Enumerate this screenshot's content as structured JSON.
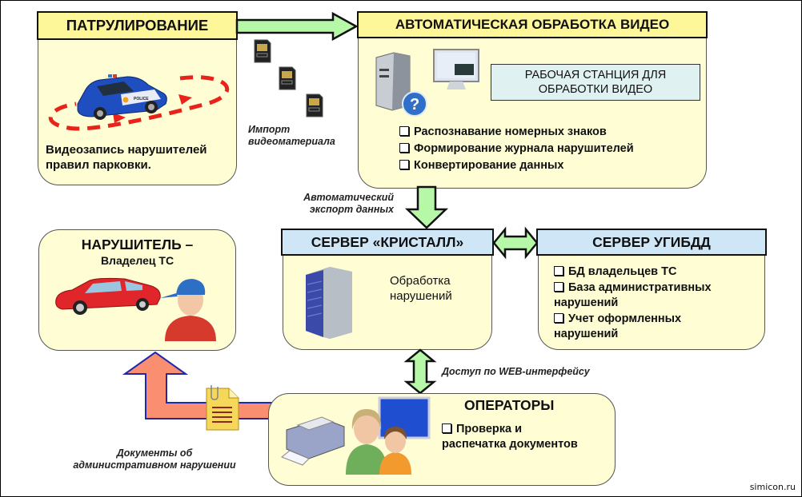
{
  "patrol": {
    "title": "ПАТРУЛИРОВАНИЕ",
    "desc_line1": "Видеозапись нарушителей",
    "desc_line2": "правил парковки.",
    "car_label": "POLICE"
  },
  "video_processing": {
    "title": "АВТОМАТИЧЕСКАЯ ОБРАБОТКА ВИДЕО",
    "workstation_line1": "РАБОЧАЯ СТАНЦИЯ ДЛЯ",
    "workstation_line2": "ОБРАБОТКИ ВИДЕО",
    "items": [
      "Распознавание номерных знаков",
      "Формирование журнала нарушителей",
      "Конвертирование данных"
    ]
  },
  "labels": {
    "import_line1": "Импорт",
    "import_line2": "видеоматериала",
    "export_line1": "Автоматический",
    "export_line2": "экспорт данных",
    "web_access": "Доступ по WEB-интерфейсу",
    "docs_line1": "Документы об",
    "docs_line2": "административном нарушении"
  },
  "violator": {
    "title": "НАРУШИТЕЛЬ –",
    "subtitle": "Владелец ТС"
  },
  "server_kristall": {
    "title": "СЕРВЕР «КРИСТАЛЛ»",
    "desc_line1": "Обработка",
    "desc_line2": "нарушений"
  },
  "server_ugibdd": {
    "title": "СЕРВЕР УГИБДД",
    "items": [
      {
        "line1": "БД владельцев ТС",
        "line2": ""
      },
      {
        "line1": "База административных",
        "line2": "нарушений"
      },
      {
        "line1": "Учет оформленных",
        "line2": "нарушений"
      }
    ]
  },
  "operators": {
    "title": "ОПЕРАТОРЫ",
    "item_line1": "Проверка и",
    "item_line2": "распечатка документов"
  },
  "watermark": "simicon.ru",
  "colors": {
    "box_fill": "#fefdd4",
    "header_yellow": "#fdf79a",
    "header_blue": "#cfe6f7",
    "arrow_green": "#b6f7a8",
    "arrow_salmon": "#f98f70",
    "dash_red": "#e8241a"
  }
}
